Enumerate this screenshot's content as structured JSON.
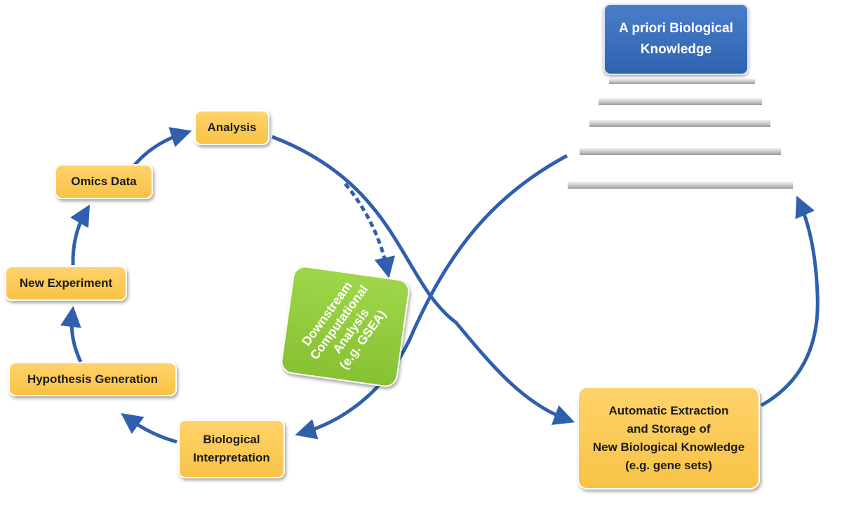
{
  "nodes": {
    "analysis": "Analysis",
    "omics_data": "Omics Data",
    "new_experiment": "New Experiment",
    "hypothesis_generation": "Hypothesis Generation",
    "biological_interpretation": [
      "Biological",
      "Interpretation"
    ],
    "downstream_analysis": [
      "Downstream",
      "Computational",
      "Analysis",
      "(e.g. GSEA)"
    ],
    "automatic_extraction": [
      "Automatic Extraction",
      "and Storage of",
      "New Biological Knowledge",
      "(e.g. gene sets)"
    ],
    "a_priori_knowledge": [
      "A priori Biological",
      "Knowledge"
    ]
  },
  "colors": {
    "arrow": "#2f5fad",
    "yellow_box": "#f8c245",
    "blue_box": "#2f62b0",
    "green_box": "#86c232"
  }
}
